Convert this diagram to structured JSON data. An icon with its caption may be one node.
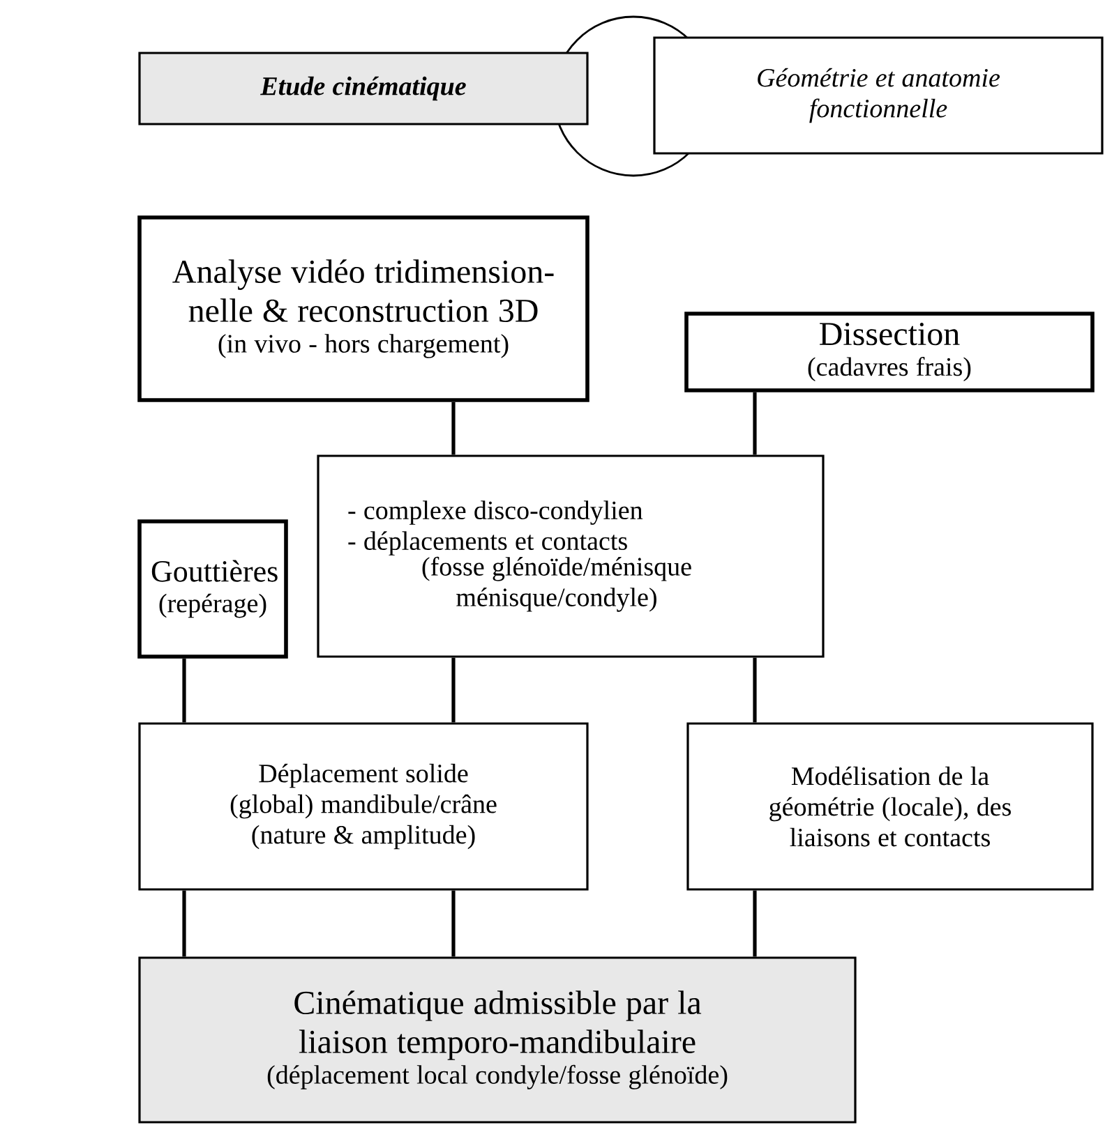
{
  "diagram": {
    "nodes": [
      {
        "text": [
          "Etude cinématique"
        ]
      },
      {
        "text": [
          "Géométrie et anatomie fonctionnelle"
        ]
      },
      {
        "text": [
          "Analyse vidéo tridimension-nelle & reconstruction 3D",
          "(in vivo - hors chargement)"
        ]
      },
      {
        "text": [
          "Dissection",
          "(cadavres frais)"
        ]
      },
      {
        "text": [
          "- complexe disco-condylien",
          "- déplacements et contacts",
          "(fosse glénoïde/ménisque ménisque/condyle)"
        ]
      },
      {
        "text": [
          "Gouttières",
          "(repérage)"
        ]
      },
      {
        "text": [
          "Déplacement solide (global) mandibule/crâne (nature & amplitude)"
        ]
      },
      {
        "text": [
          "Modélisation de la géométrie (locale), des liaisons et contacts"
        ]
      },
      {
        "text": [
          "Cinématique admissible par la liaison temporo-mandibulaire",
          "(déplacement local condyle/fosse glénoïde)"
        ]
      },
      {
        "text": [],
        "shape": "circle"
      }
    ],
    "edges": [
      {
        "from": 2,
        "to": 4,
        "arrow": "none"
      },
      {
        "from": 3,
        "to": 4,
        "arrow": "none"
      },
      {
        "from": 5,
        "to": 6,
        "arrow": "none"
      },
      {
        "from": 4,
        "to": 6,
        "arrow": "none"
      },
      {
        "from": 4,
        "to": 7,
        "arrow": "none"
      },
      {
        "from": 6,
        "to": 8,
        "arrow": "none"
      },
      {
        "from": 6,
        "to": 8,
        "arrow": "none"
      },
      {
        "from": 7,
        "to": 8,
        "arrow": "none"
      }
    ]
  }
}
